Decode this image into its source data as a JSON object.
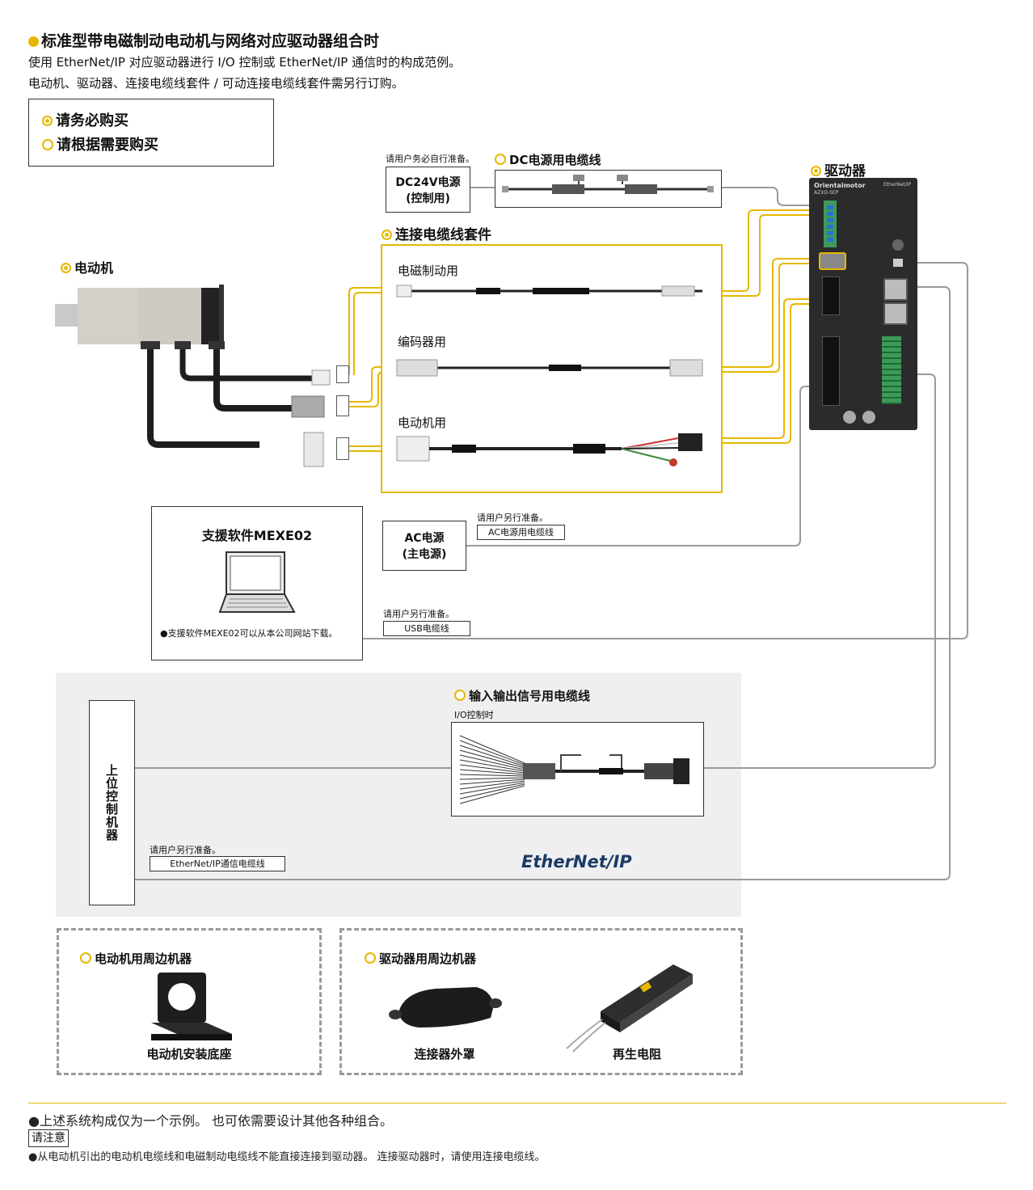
{
  "header": {
    "title": "标准型带电磁制动电动机与网络对应驱动器组合时",
    "desc_line1": "使用 EtherNet/IP 对应驱动器进行 I/O 控制或 EtherNet/IP 通信时的构成范例。",
    "desc_line2": "电动机、驱动器、连接电缆线套件 / 可动连接电缆线套件需另行订购。"
  },
  "legend": {
    "required": "请务必购买",
    "optional": "请根据需要购买"
  },
  "power_dc": {
    "note": "请用户务必自行准备。",
    "label_line1": "DC24V电源",
    "label_line2": "(控制用)",
    "cable_title": "DC电源用电缆线"
  },
  "driver": {
    "title": "驱动器",
    "brand": "Orientalmotor",
    "model": "AZXD-SEP",
    "network_label": "EtherNet/IP"
  },
  "motor": {
    "title": "电动机"
  },
  "cable_kit": {
    "title": "连接电缆线套件",
    "items": [
      {
        "label": "电磁制动用"
      },
      {
        "label": "编码器用"
      },
      {
        "label": "电动机用"
      }
    ]
  },
  "software": {
    "title": "支援软件MEXE02",
    "note": "●支援软件MEXE02可以从本公司网站下载。"
  },
  "power_ac": {
    "note": "请用户另行准备。",
    "cable": "AC电源用电缆线",
    "label_line1": "AC电源",
    "label_line2": "(主电源)"
  },
  "usb": {
    "note": "请用户另行准备。",
    "cable": "USB电缆线"
  },
  "io_cable": {
    "title": "输入输出信号用电缆线",
    "subtitle": "I/O控制时"
  },
  "host": {
    "label": "上位控制机器"
  },
  "ethernet": {
    "note": "请用户另行准备。",
    "cable": "EtherNet/IP通信电缆线",
    "logo": "EtherNet/IP"
  },
  "motor_peripherals": {
    "title": "电动机用周边机器",
    "items": [
      {
        "label": "电动机安装底座"
      }
    ]
  },
  "driver_peripherals": {
    "title": "驱动器用周边机器",
    "items": [
      {
        "label": "连接器外罩"
      },
      {
        "label": "再生电阻"
      }
    ]
  },
  "footer": {
    "line1": "●上述系统构成仅为一个示例。 也可依需要设计其他各种组合。",
    "notice_label": "请注意",
    "line2": "●从电动机引出的电动机电缆线和电磁制动电缆线不能直接连接到驱动器。 连接驱动器时，请使用连接电缆线。"
  },
  "colors": {
    "accent": "#e6b800",
    "line": "#9a9a9a",
    "panel": "#efefef",
    "driver_body": "#2b2b2b"
  }
}
